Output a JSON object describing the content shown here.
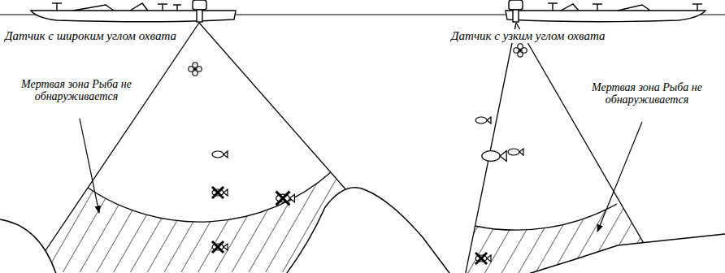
{
  "diagram": {
    "labels": [
      "Датчик с широким углом охвата",
      "Датчик с узким углом охвата",
      "Мертвая зона Рыба не обнаруживается",
      "Мертвая зона Рыба не обнаруживается"
    ]
  }
}
